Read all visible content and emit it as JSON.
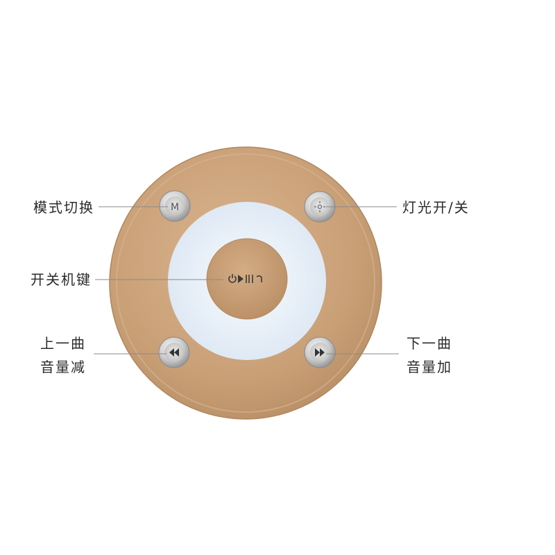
{
  "device": {
    "body_color": "#cfa47a",
    "ring_color": "#e8f1fa",
    "center_button_color": "#c59c72",
    "metal_button_color": "#d8d8d8"
  },
  "buttons": {
    "mode": {
      "icon": "M",
      "name": "mode-button"
    },
    "light": {
      "icon": "light-icon",
      "name": "light-button"
    },
    "power_play": {
      "icon": "power-play-pause-icon",
      "glyphs": "⏻▶ǁ⤺"
    },
    "prev": {
      "icon": "rewind-icon"
    },
    "next": {
      "icon": "fast-forward-icon"
    }
  },
  "labels": {
    "mode": "模式切换",
    "light": "灯光开/关",
    "power": "开关机键",
    "prev_line1": "上一曲",
    "prev_line2": "音量减",
    "next_line1": "下一曲",
    "next_line2": "音量加"
  }
}
